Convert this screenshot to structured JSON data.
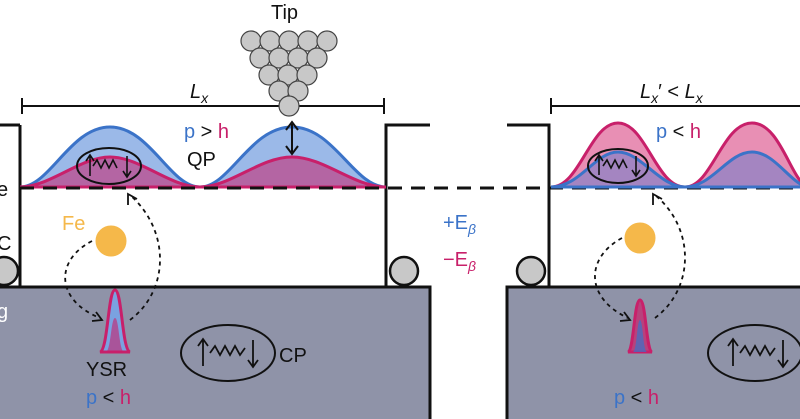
{
  "labels": {
    "tip": "Tip",
    "length_left": "L",
    "length_left_sub": "x",
    "length_right_a": "L",
    "length_right_a_sub": "x",
    "length_right_prime": "′ < ",
    "length_right_b": "L",
    "length_right_b_sub": "x",
    "qp_p": "p",
    "qp_gt": " > ",
    "qp_h": "h",
    "qp": "QP",
    "right_p": "p",
    "right_lt": " < ",
    "right_h": "h",
    "fe": "Fe",
    "plus_e": "+E",
    "minus_e": "−E",
    "e_sub": "β",
    "ysr": "YSR",
    "ysr_p": "p",
    "ysr_lt": " < ",
    "ysr_h": "h",
    "cp": "CP",
    "bottom_right_p": "p",
    "bottom_right_lt": " < ",
    "bottom_right_h": "h",
    "edge_e": "e",
    "edge_c": "C",
    "edge_g": "g"
  },
  "colors": {
    "blue": "#3b73c8",
    "magenta": "#c8206a",
    "fe_orange": "#f5b84a",
    "substrate": "#8f93a8",
    "tip_gray": "#c8c8c8"
  }
}
